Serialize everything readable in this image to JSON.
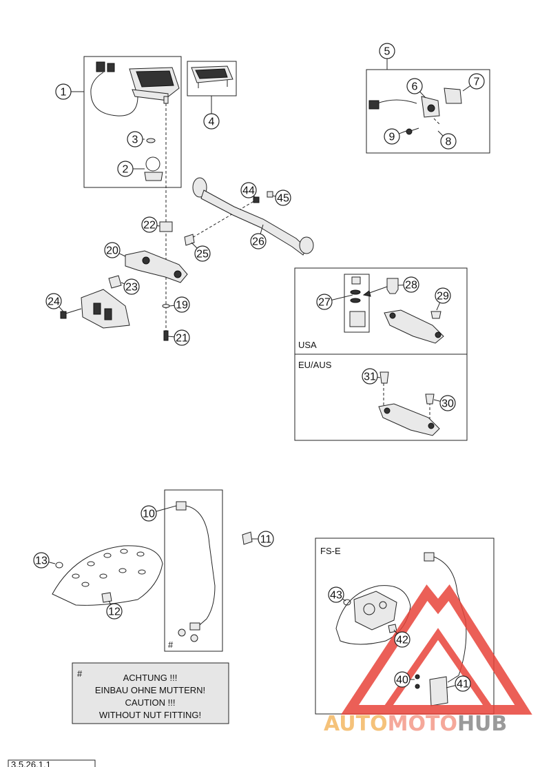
{
  "callouts": [
    "1",
    "2",
    "3",
    "4",
    "5",
    "6",
    "7",
    "8",
    "9",
    "10",
    "11",
    "12",
    "13",
    "19",
    "20",
    "21",
    "22",
    "23",
    "24",
    "25",
    "26",
    "27",
    "28",
    "29",
    "30",
    "31",
    "40",
    "41",
    "42",
    "43",
    "44",
    "45"
  ],
  "labels": {
    "usa": "USA",
    "eu_aus": "EU/AUS",
    "fs_e": "FS-E",
    "hash_mark": "#"
  },
  "note": {
    "symbol": "#",
    "line1": "ACHTUNG !!!",
    "line2": "EINBAU OHNE MUTTERN!",
    "line3": "CAUTION !!!",
    "line4": "WITHOUT NUT FITTING!"
  },
  "watermark": {
    "part1": "AUTO",
    "part2": "MOTO",
    "part3": "HUB",
    "colors": {
      "auto": "#f5c27a",
      "moto": "#f5a89a",
      "hub": "#9a9a9a",
      "logo": "#e8443a"
    }
  },
  "footer_code": "3.5.26.1.1"
}
